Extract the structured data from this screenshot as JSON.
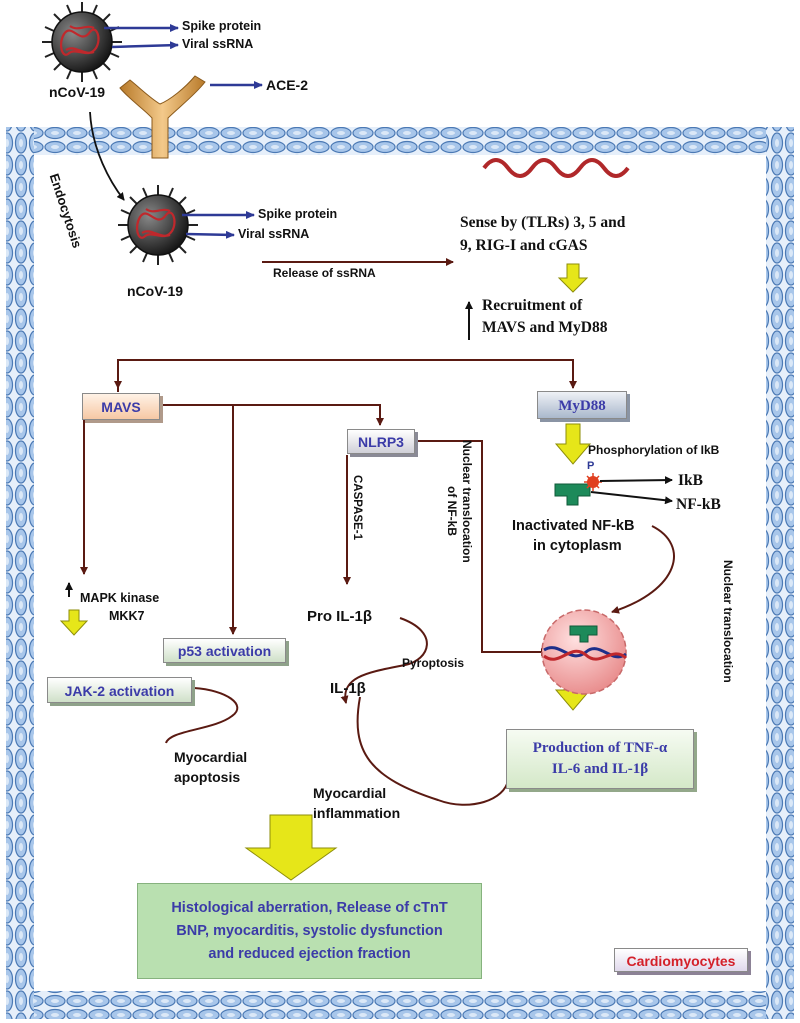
{
  "virus_top": {
    "name": "nCoV-19",
    "spike_label": "Spike protein",
    "rna_label": "Viral ssRNA",
    "receptor_label": "ACE-2"
  },
  "endocytosis_label": "Endocytosis",
  "virus_inner": {
    "name": "nCoV-19",
    "spike_label": "Spike protein",
    "rna_label": "Viral ssRNA"
  },
  "release_label": "Release of ssRNA",
  "sense": {
    "line1": "Sense by (TLRs) 3, 5 and",
    "line2": "9, RIG-I  and cGAS"
  },
  "recruitment": {
    "line1": "Recruitment of",
    "line2": "MAVS and MyD88"
  },
  "boxes": {
    "mavs": "MAVS",
    "myd88": "MyD88",
    "nlrp3": "NLRP3",
    "p53": "p53 activation",
    "jak2": "JAK-2 activation",
    "production_line1": "Production of TNF-α",
    "production_line2": "IL-6 and IL-1β",
    "outcome_line1": "Histological aberration, Release of cTnT",
    "outcome_line2": "BNP, myocarditis, systolic dysfunction",
    "outcome_line3": "and reduced ejection fraction",
    "cardiomyocytes": "Cardiomyocytes"
  },
  "phosphorylation_label": "Phosphorylation of IkB",
  "phospho_p": "P",
  "ikb_label": "IkB",
  "nfkb_label": "NF-kB",
  "inactivated": {
    "line1": "Inactivated NF-kB",
    "line2": "in cytoplasm"
  },
  "caspase_label": "CASPASE-1",
  "nuclear_nfkb": {
    "line1": "Nuclear translocation",
    "line2": "of NF-kB"
  },
  "nuclear_translocation_label": "Nuclear translocation",
  "mapk": {
    "line1": "MAPK kinase",
    "line2": "MKK7"
  },
  "pro_il1b": "Pro IL-1β",
  "pyroptosis": "Pyroptosis",
  "il1b": "IL-1β",
  "myo_apoptosis": {
    "line1": "Myocardial",
    "line2": "apoptosis"
  },
  "myo_inflammation": {
    "line1": "Myocardial",
    "line2": "inflammation"
  },
  "colors": {
    "pathway_arrow": "#5a1a12",
    "label_arrow": "#2e3a96",
    "yellow_arrow": "#e6e619",
    "membrane": "#a8c6ea",
    "virus_body": "#2b2b2b",
    "rna": "#c0282c",
    "nucleus": "#f4b0b0",
    "ace2": "#d9a04a"
  }
}
